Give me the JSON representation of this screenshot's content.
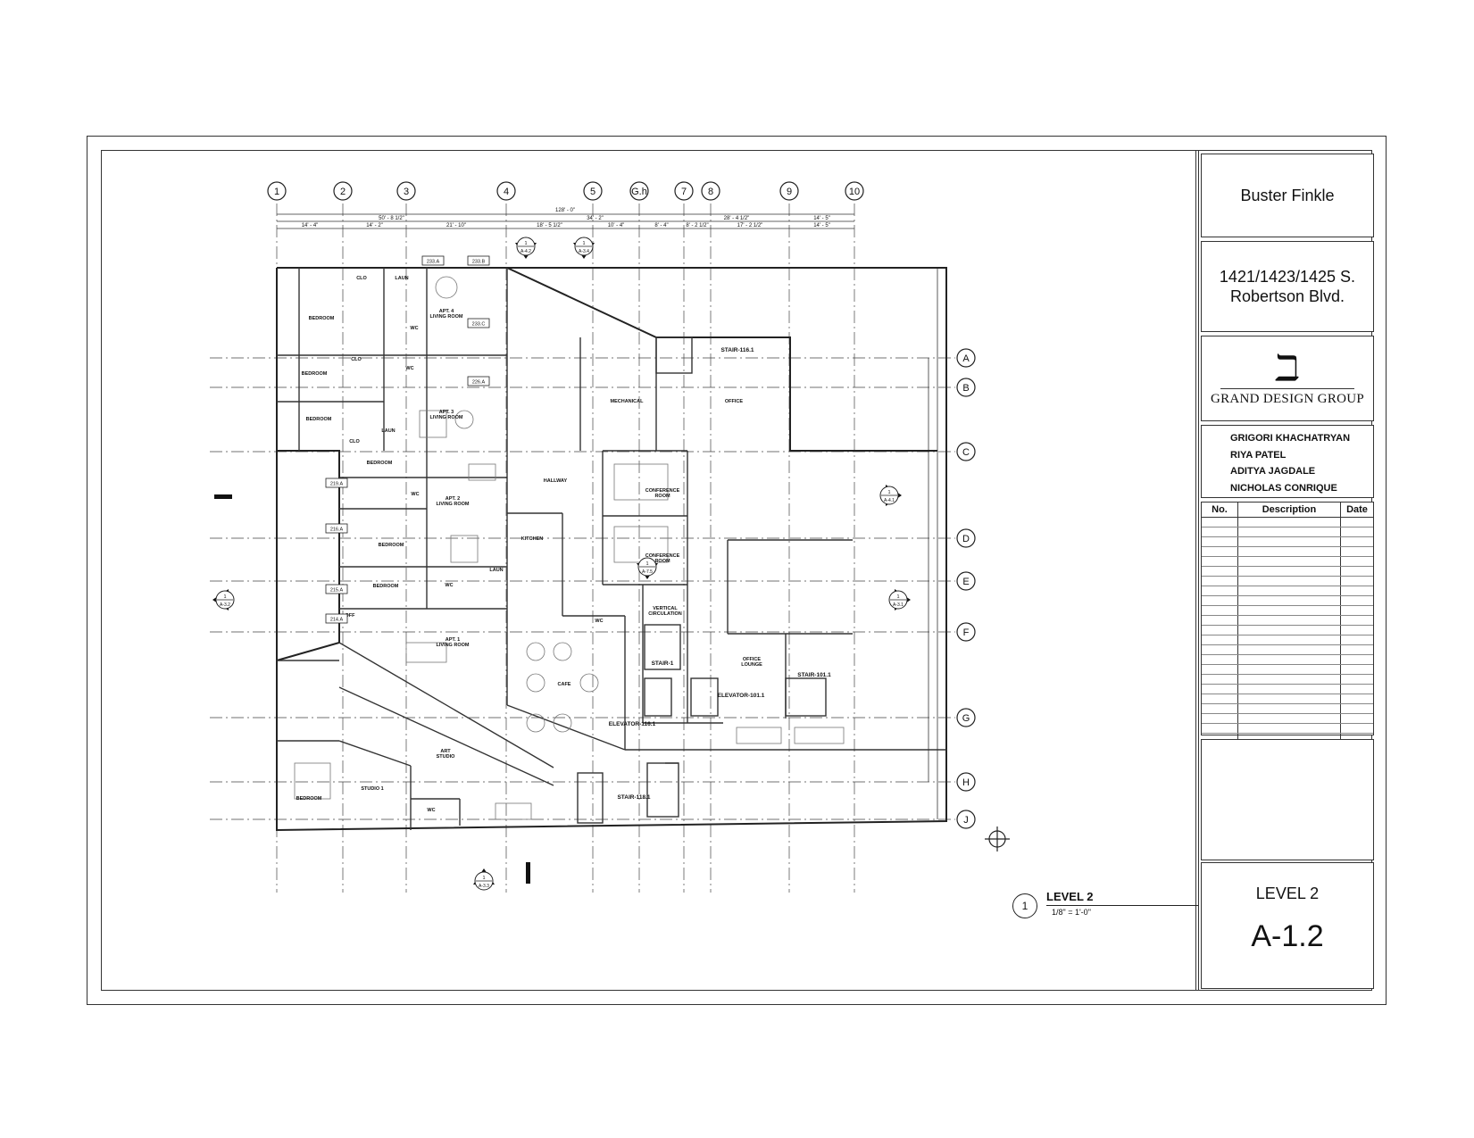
{
  "title_block": {
    "client": "Buster Finkle",
    "address_line1": "1421/1423/1425 S.",
    "address_line2": "Robertson Blvd.",
    "firm_name": "GRAND DESIGN GROUP",
    "team": [
      "GRIGORI KHACHATRYAN",
      "RIYA PATEL",
      "ADITYA JAGDALE",
      "NICHOLAS CONRIQUE"
    ],
    "revisions_header": {
      "no": "No.",
      "description": "Description",
      "date": "Date"
    },
    "sheet_title": "LEVEL 2",
    "sheet_number": "A-1.2"
  },
  "view": {
    "number": "1",
    "title": "LEVEL 2",
    "scale": "1/8\" = 1'-0\""
  },
  "grid": {
    "columns": [
      "1",
      "2",
      "3",
      "4",
      "5",
      "G.h",
      "7",
      "8",
      "9",
      "10"
    ],
    "rows": [
      "A",
      "B",
      "C",
      "D",
      "E",
      "F",
      "G",
      "H",
      "J"
    ]
  },
  "dimensions": {
    "overall": "128' - 0\"",
    "segments_top": [
      "50' - 8 1/2\"",
      "34' - 2\"",
      "28' - 4 1/2\"",
      "14' - 5\""
    ],
    "segments_bottom": [
      "14' - 4\"",
      "14' - 2\"",
      "21' - 10\"",
      "18' - 5 1/2\"",
      "10' - 4\"",
      "8' - 4\"",
      "8' - 2 1/2\"",
      "17' - 2 1/2\"",
      "14' - 5\""
    ]
  },
  "rooms": [
    {
      "name": "APT. 4",
      "sub": "LIVING ROOM"
    },
    {
      "name": "APT. 3",
      "sub": "LIVING ROOM"
    },
    {
      "name": "APT. 2",
      "sub": "LIVING ROOM"
    },
    {
      "name": "APT. 1",
      "sub": "LIVING ROOM"
    },
    {
      "name": "BEDROOM"
    },
    {
      "name": "BEDROOM"
    },
    {
      "name": "BEDROOM"
    },
    {
      "name": "BEDROOM"
    },
    {
      "name": "BEDROOM"
    },
    {
      "name": "BEDROOM"
    },
    {
      "name": "BEDROOM"
    },
    {
      "name": "CLO"
    },
    {
      "name": "CLO"
    },
    {
      "name": "CLO"
    },
    {
      "name": "LAUN"
    },
    {
      "name": "LAUN"
    },
    {
      "name": "LAUN"
    },
    {
      "name": "WC"
    },
    {
      "name": "WC"
    },
    {
      "name": "WC"
    },
    {
      "name": "WC"
    },
    {
      "name": "WC"
    },
    {
      "name": "WC"
    },
    {
      "name": "OFF"
    },
    {
      "name": "MECHANICAL"
    },
    {
      "name": "OFFICE"
    },
    {
      "name": "HALLWAY"
    },
    {
      "name": "KITCHEN"
    },
    {
      "name": "CONFERENCE",
      "sub": "ROOM"
    },
    {
      "name": "CONFERENCE",
      "sub": "ROOM"
    },
    {
      "name": "VERTICAL",
      "sub": "CIRCULATION"
    },
    {
      "name": "CAFE"
    },
    {
      "name": "OFFICE",
      "sub": "LOUNGE"
    },
    {
      "name": "ART",
      "sub": "STUDIO"
    },
    {
      "name": "STUDIO 1"
    }
  ],
  "vertical_labels": [
    "STAIR-116.1",
    "STAIR-1",
    "STAIR-101.1",
    "STAIR-118.1",
    "ELEVATOR-101.1",
    "ELEVATOR-116.1"
  ],
  "door_tags": [
    "233.A",
    "233.B",
    "233.C",
    "226.A",
    "219.A",
    "216.A",
    "215.A",
    "214.A"
  ],
  "section_markers": [
    {
      "num": "1",
      "sheet": "A-4.2"
    },
    {
      "num": "1",
      "sheet": "A-3.4"
    },
    {
      "num": "1",
      "sheet": "A-4.1"
    },
    {
      "num": "1",
      "sheet": "A-3.2"
    },
    {
      "num": "1",
      "sheet": "A-3.1"
    },
    {
      "num": "1",
      "sheet": "A-7.5"
    },
    {
      "num": "1",
      "sheet": "A-3.3"
    }
  ],
  "colors": {
    "line": "#222222",
    "light_line": "#777777",
    "paper": "#ffffff"
  }
}
